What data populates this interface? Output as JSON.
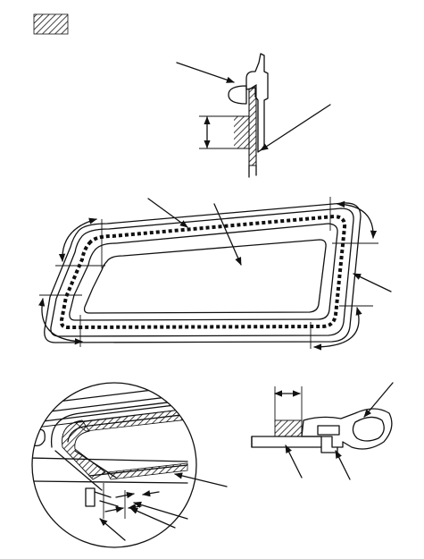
{
  "legend": {
    "symbol": "hatched-swatch",
    "text": ""
  },
  "colors": {
    "line": "#111111",
    "background": "#ffffff"
  },
  "views": [
    "section-detail-top",
    "window-glass-overview",
    "magnified-corner-detail",
    "seal-profile-detail"
  ]
}
